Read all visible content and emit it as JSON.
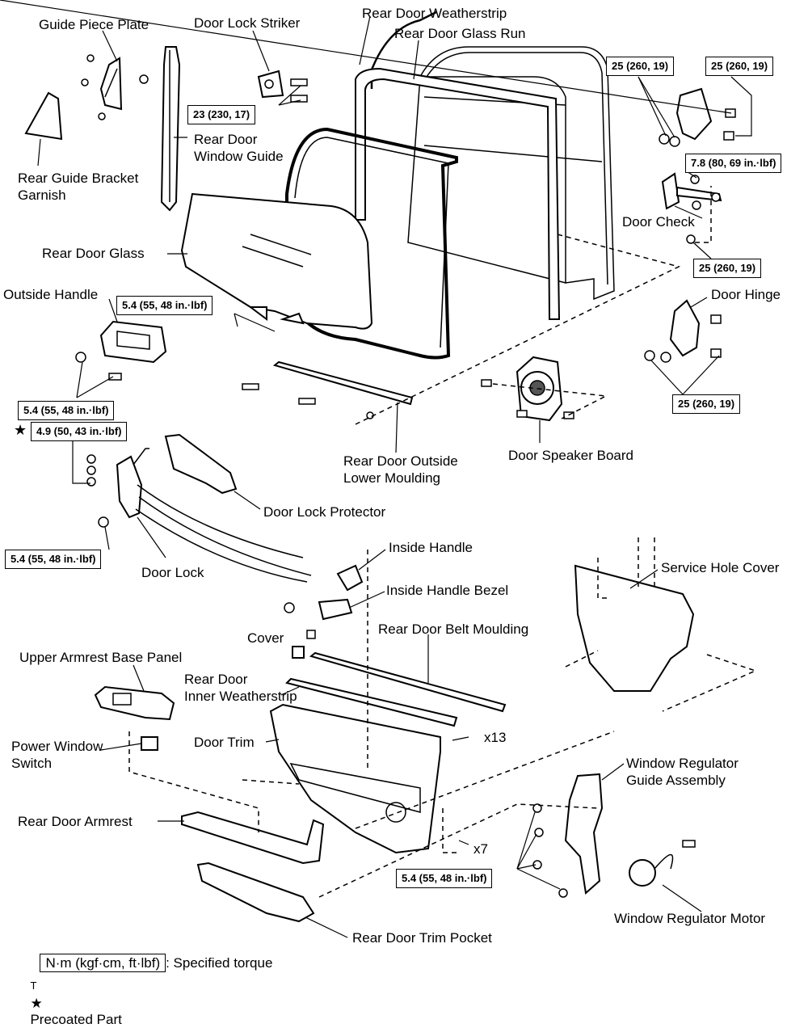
{
  "labels": {
    "guide_piece_plate": "Guide Piece Plate",
    "door_lock_striker": "Door Lock Striker",
    "rear_door_weatherstrip": "Rear Door Weatherstrip",
    "rear_door_glass_run": "Rear Door Glass Run",
    "rear_door_window_guide": "Rear Door\nWindow Guide",
    "rear_guide_bracket_garnish": "Rear Guide Bracket\nGarnish",
    "rear_door_glass": "Rear Door Glass",
    "outside_handle": "Outside Handle",
    "door_check": "Door Check",
    "door_hinge": "Door Hinge",
    "rear_door_outside_lower_moulding": "Rear Door Outside\nLower Moulding",
    "door_speaker_board": "Door Speaker Board",
    "door_lock_protector": "Door Lock Protector",
    "door_lock": "Door Lock",
    "inside_handle": "Inside Handle",
    "inside_handle_bezel": "Inside Handle Bezel",
    "service_hole_cover": "Service Hole Cover",
    "cover": "Cover",
    "rear_door_belt_moulding": "Rear Door Belt Moulding",
    "upper_armrest_base_panel": "Upper Armrest Base Panel",
    "rear_door_inner_weatherstrip": "Rear Door\nInner Weatherstrip",
    "door_trim": "Door Trim",
    "power_window_switch": "Power Window\nSwitch",
    "x13": "x13",
    "x7": "x7",
    "window_regulator_guide_assembly": "Window Regulator\nGuide Assembly",
    "rear_door_armrest": "Rear Door Armrest",
    "rear_door_trim_pocket": "Rear Door Trim Pocket",
    "window_regulator_motor": "Window Regulator Motor"
  },
  "torques": {
    "striker": "23 (230, 17)",
    "hinge_upper_left": "25 (260, 19)",
    "hinge_upper_right": "25 (260, 19)",
    "door_check_small": "7.8 (80, 69 in.·lbf)",
    "door_check_body": "25 (260, 19)",
    "hinge_lower": "25 (260, 19)",
    "glass": "5.4 (55, 48 in.·lbf)",
    "outside_handle": "5.4 (55, 48 in.·lbf)",
    "door_lock_precoated": "4.9 (50, 43 in.·lbf)",
    "door_lock_lower": "5.4 (55, 48 in.·lbf)",
    "regulator": "5.4 (55, 48 in.·lbf)"
  },
  "legend": {
    "unit_box": "N·m (kgf·cm, ft·lbf)",
    "unit_text": ": Specified torque",
    "precoat_text": "Precoated Part",
    "mark_t": "T",
    "star": "★"
  }
}
